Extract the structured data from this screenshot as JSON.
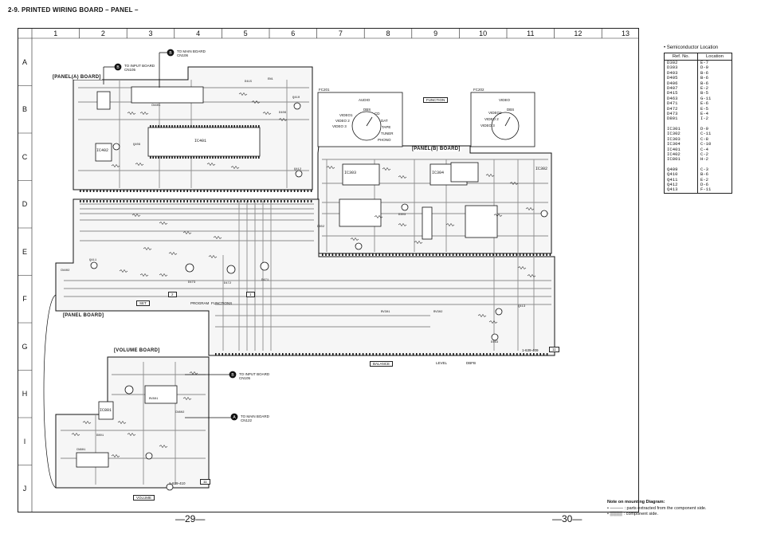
{
  "title": "2-9. PRINTED WIRING BOARD – PANEL –",
  "columns": [
    "1",
    "2",
    "3",
    "4",
    "5",
    "6",
    "7",
    "8",
    "9",
    "10",
    "11",
    "12",
    "13"
  ],
  "rows": [
    "A",
    "B",
    "C",
    "D",
    "E",
    "F",
    "G",
    "H",
    "I",
    "J"
  ],
  "boards": {
    "panel_a": "[PANEL(A) BOARD]",
    "panel_b": "[PANEL(B) BOARD]",
    "panel": "[PANEL BOARD]",
    "volume": "[VOLUME BOARD]"
  },
  "connections": {
    "to_input_top": "TO INPUT BOARD\nCN105",
    "to_main_top": "TO MAIN BOARD\nCN106",
    "to_input_vol": "TO INPUT BOARD\nCN105",
    "to_main_vol": "TO MAIN BOARD\nCN122",
    "marker_b": "B",
    "marker_a": "A"
  },
  "switch_panels": {
    "fc201": "FC201",
    "function": "FUNCTION",
    "fc202": "FC202",
    "audio": "AUDIO",
    "video": "VIDEO",
    "audio_opts": [
      "VIDEO1",
      "VIDEO 2",
      "VIDEO 3",
      "DBS",
      "CD",
      "DAT",
      "TAPE",
      "TUNER",
      "PHONO"
    ],
    "video_opts": [
      "VIDEO1",
      "VIDEO 2",
      "VIDEO 3",
      "DBS"
    ]
  },
  "ic_labels": {
    "ic401": "IC401",
    "ic402": "IC402",
    "ic303": "IC303",
    "ic304": "IC304",
    "ic302": "IC302",
    "ic801": "IC801",
    "en1": "EN1",
    "cn401": "CN401",
    "cn402": "CN402",
    "cn801": "CN801",
    "cn802": "CN802",
    "rv301": "RV301",
    "rv302": "RV302",
    "rv801": "RV801"
  },
  "transistor_labels": [
    "Q409",
    "Q410",
    "Q411",
    "Q412",
    "Q413",
    "D415",
    "D406",
    "D471",
    "D472",
    "D473",
    "D463",
    "D801",
    "D302",
    "D303",
    "D403",
    "D405",
    "D407"
  ],
  "bottom_labels": {
    "set": "SET",
    "program": "PROGRAM",
    "functions": "FUNCTIONS",
    "balance": "BALANCE",
    "level": "LEVEL",
    "dbfb": "DBFB",
    "volume": "VOLUME",
    "part_no_1": "1-639-409",
    "part_no_2": "1-639-410",
    "board_num_11": "11",
    "board_num_2": "2",
    "board_num_1": "1"
  },
  "page_numbers": [
    "—29—",
    "—30—"
  ],
  "legend": {
    "title": "• Semiconductor Location",
    "headers": [
      "Ref. No.",
      "Location"
    ],
    "groups": [
      [
        [
          "D302",
          "E-7"
        ],
        [
          "D303",
          "D-9"
        ],
        [
          "D403",
          "B-6"
        ],
        [
          "D405",
          "B-6"
        ],
        [
          "D406",
          "B-6"
        ],
        [
          "D407",
          "E-2"
        ],
        [
          "D415",
          "B-5"
        ],
        [
          "D463",
          "G-11"
        ],
        [
          "D471",
          "E-6"
        ],
        [
          "D472",
          "E-5"
        ],
        [
          "D473",
          "E-4"
        ],
        [
          "D801",
          "I-2"
        ]
      ],
      [
        [
          "IC301",
          "D-9"
        ],
        [
          "IC302",
          "C-11"
        ],
        [
          "IC303",
          "C-8"
        ],
        [
          "IC304",
          "C-10"
        ],
        [
          "IC401",
          "C-4"
        ],
        [
          "IC402",
          "C-2"
        ],
        [
          "IC801",
          "H-2"
        ]
      ],
      [
        [
          "Q409",
          "C-3"
        ],
        [
          "Q410",
          "B-6"
        ],
        [
          "Q411",
          "E-2"
        ],
        [
          "Q412",
          "D-6"
        ],
        [
          "Q413",
          "F-11"
        ]
      ]
    ]
  },
  "notes": {
    "title": "Note on mounting Diagram:",
    "line1": "•  ——— : parts extracted from the component side.",
    "line2": "•  ▒▒▒▒ : component side."
  },
  "colors": {
    "ink": "#111111",
    "paper": "#ffffff",
    "pattern": "#bdbdbd"
  }
}
